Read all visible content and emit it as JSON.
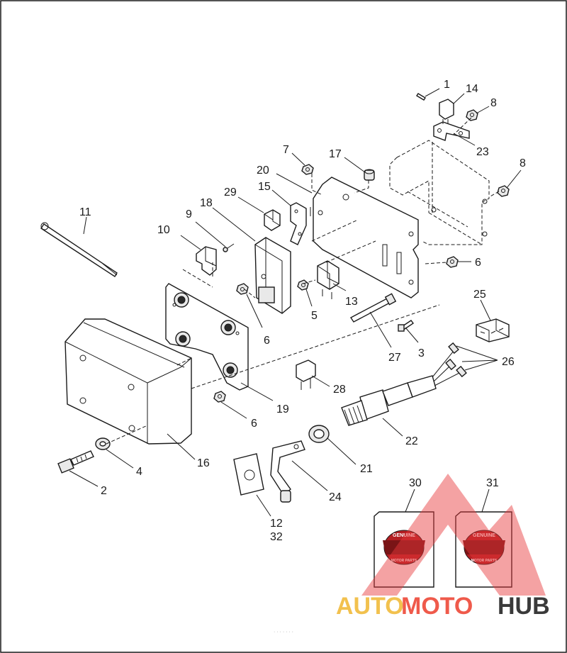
{
  "callouts": [
    {
      "id": "1",
      "label": "1"
    },
    {
      "id": "14",
      "label": "14"
    },
    {
      "id": "8a",
      "label": "8"
    },
    {
      "id": "23",
      "label": "23"
    },
    {
      "id": "8b",
      "label": "8"
    },
    {
      "id": "7",
      "label": "7"
    },
    {
      "id": "17",
      "label": "17"
    },
    {
      "id": "20",
      "label": "20"
    },
    {
      "id": "15",
      "label": "15"
    },
    {
      "id": "29",
      "label": "29"
    },
    {
      "id": "18",
      "label": "18"
    },
    {
      "id": "11",
      "label": "11"
    },
    {
      "id": "9",
      "label": "9"
    },
    {
      "id": "10",
      "label": "10"
    },
    {
      "id": "6a",
      "label": "6"
    },
    {
      "id": "13",
      "label": "13"
    },
    {
      "id": "5",
      "label": "5"
    },
    {
      "id": "6b",
      "label": "6"
    },
    {
      "id": "25",
      "label": "25"
    },
    {
      "id": "3",
      "label": "3"
    },
    {
      "id": "27",
      "label": "27"
    },
    {
      "id": "26",
      "label": "26"
    },
    {
      "id": "28",
      "label": "28"
    },
    {
      "id": "19",
      "label": "19"
    },
    {
      "id": "6c",
      "label": "6"
    },
    {
      "id": "22",
      "label": "22"
    },
    {
      "id": "21",
      "label": "21"
    },
    {
      "id": "16",
      "label": "16"
    },
    {
      "id": "4",
      "label": "4"
    },
    {
      "id": "2",
      "label": "2"
    },
    {
      "id": "24",
      "label": "24"
    },
    {
      "id": "12",
      "label": "12"
    },
    {
      "id": "32",
      "label": "32"
    },
    {
      "id": "30",
      "label": "30"
    },
    {
      "id": "31",
      "label": "31"
    }
  ],
  "badge": {
    "top_text": "GENUINE",
    "bottom_text": "MOTOR PARTS"
  },
  "watermark": {
    "part1": "AUTO",
    "part2": "MOTO",
    "part3": "HUB",
    "colors": {
      "auto": "#f2c14e",
      "moto": "#ef5a4b",
      "hub": "#3a3a3a",
      "triangle": "#e8383a"
    }
  },
  "footer_text": "· · · · · · ·"
}
